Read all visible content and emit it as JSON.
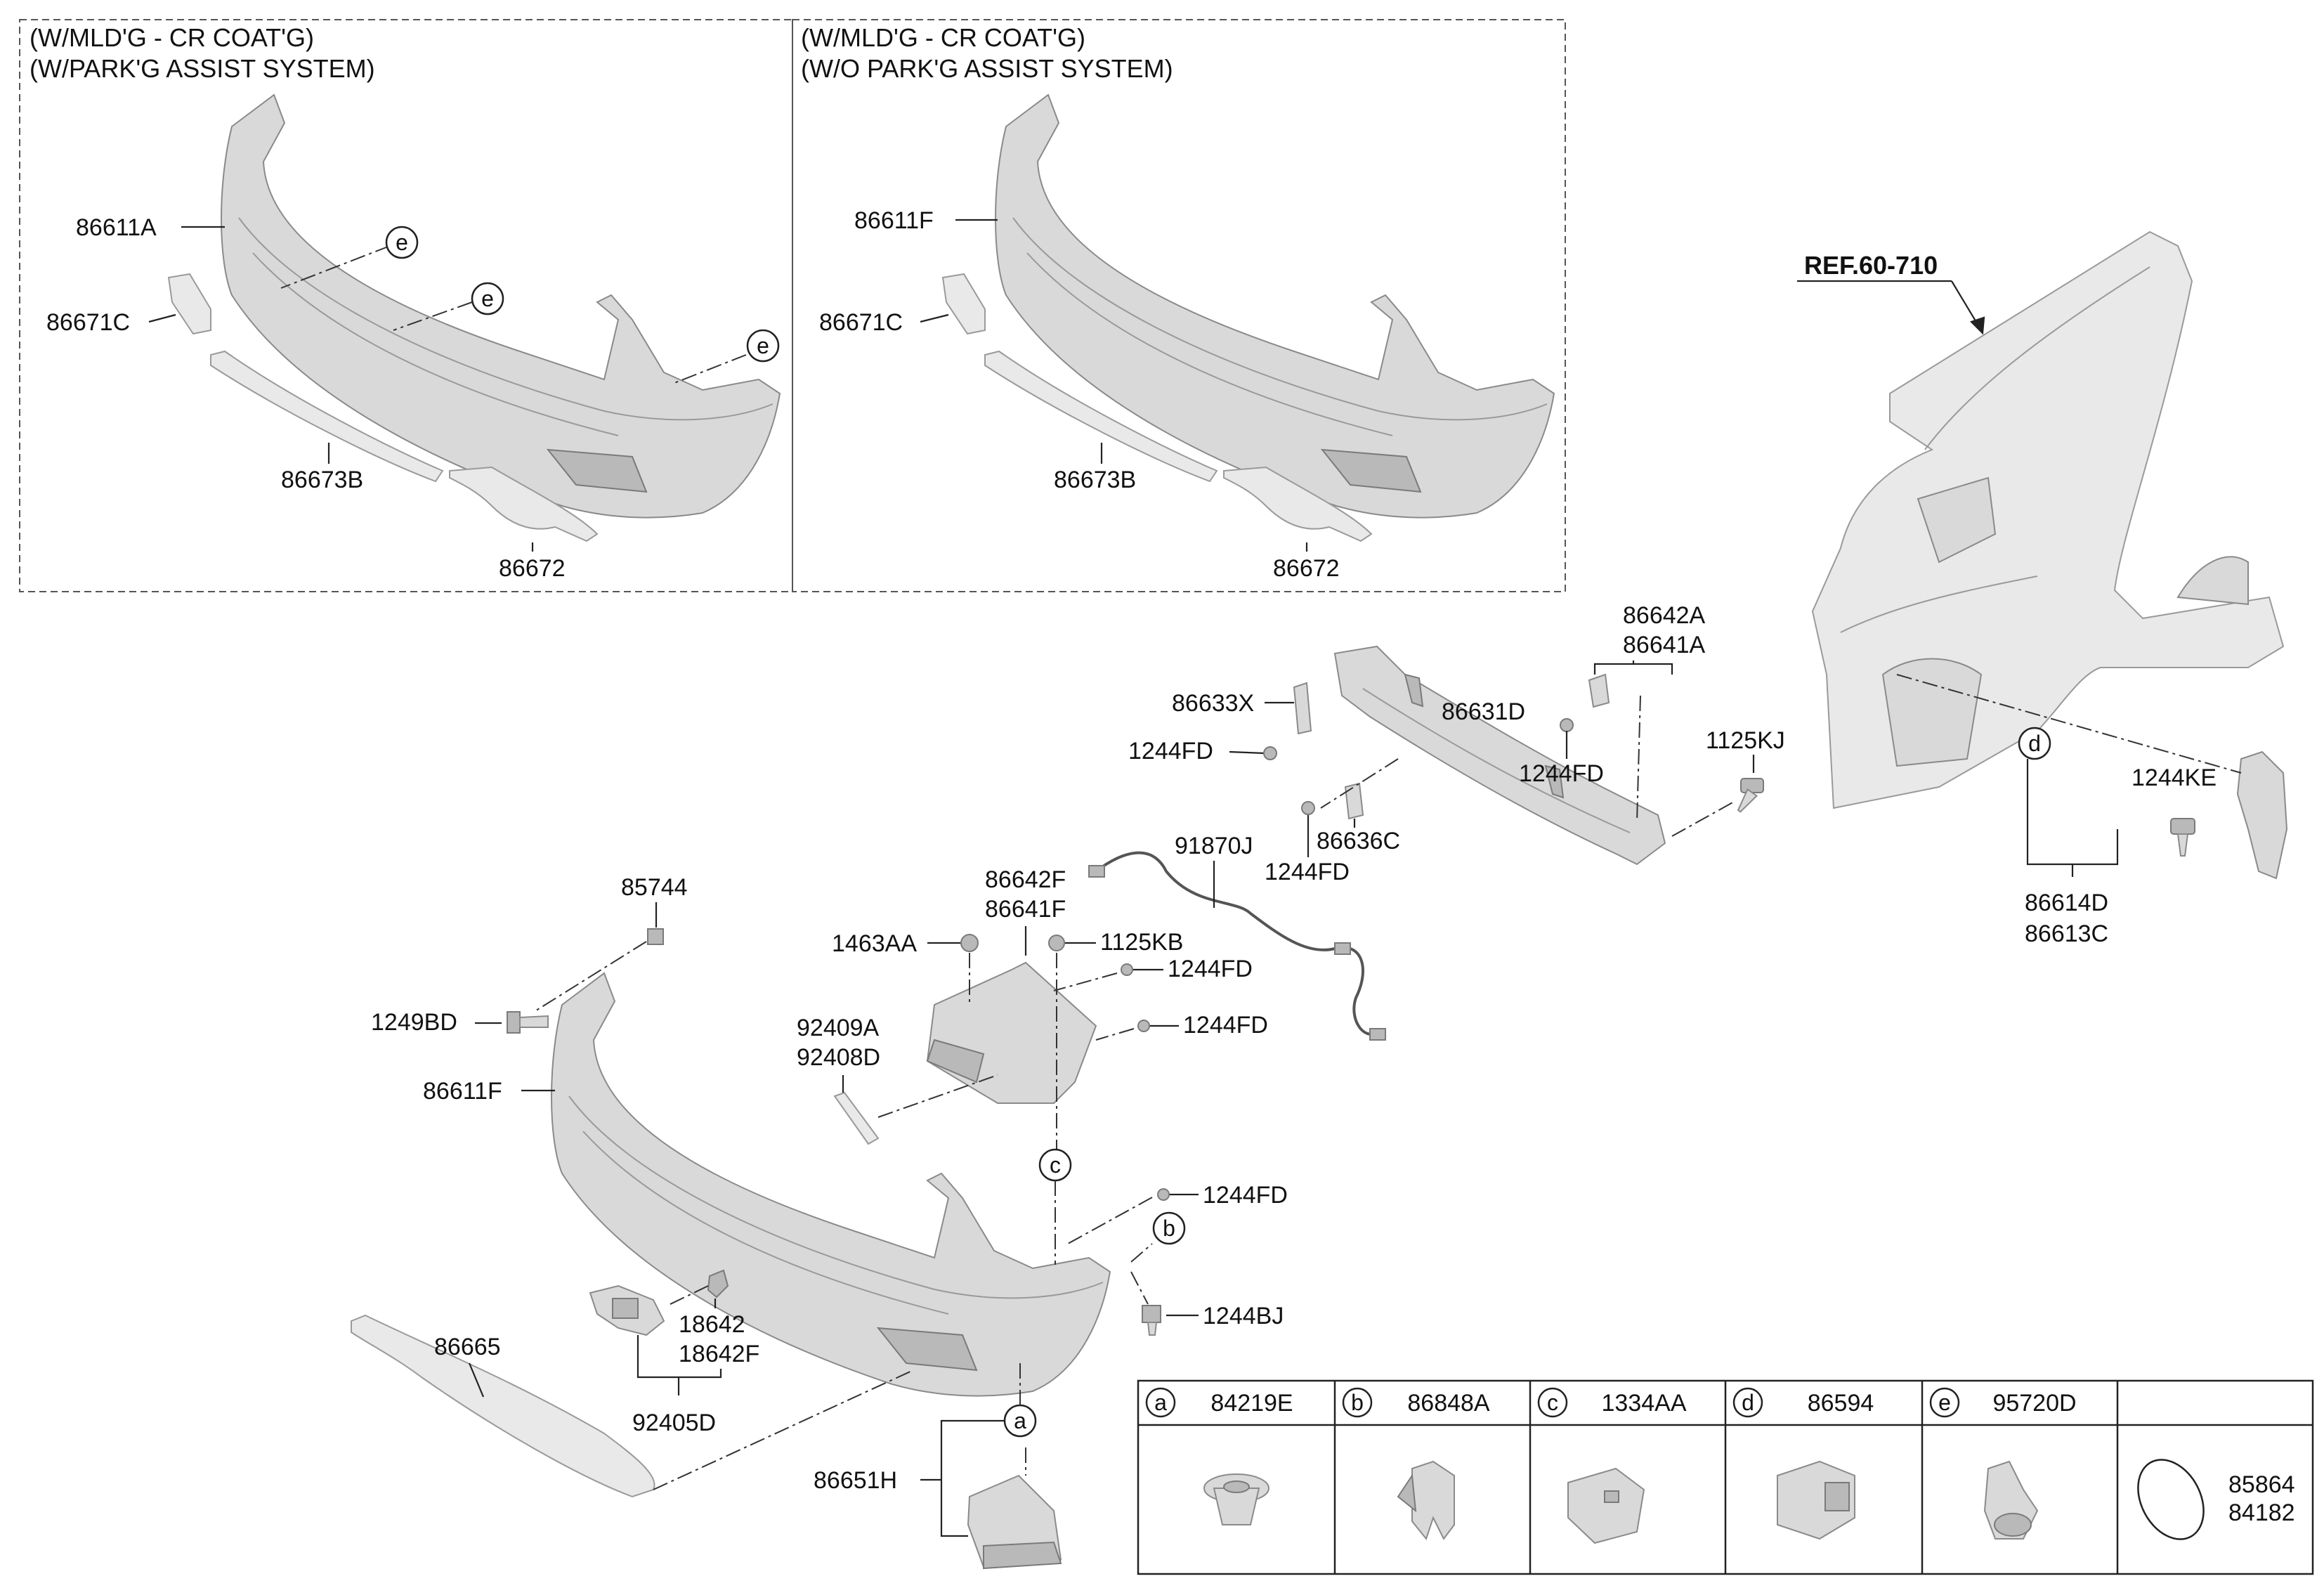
{
  "panels": {
    "left": {
      "line1": "(W/MLD'G - CR COAT'G)",
      "line2": "(W/PARK'G ASSIST SYSTEM)",
      "labels": {
        "bumper": "86611A",
        "reflector": "86671C",
        "strip": "86673B",
        "garnish": "86672"
      },
      "sensor_mark": "e"
    },
    "right": {
      "line1": "(W/MLD'G - CR COAT'G)",
      "line2": "(W/O PARK'G ASSIST SYSTEM)",
      "labels": {
        "bumper": "86611F",
        "reflector": "86671C",
        "strip": "86673B",
        "garnish": "86672"
      }
    }
  },
  "ref": "REF.60-710",
  "labels": {
    "l_86642A": "86642A",
    "l_86641A": "86641A",
    "l_86633X": "86633X",
    "l_86631D": "86631D",
    "l_1244FD_a": "1244FD",
    "l_1244FD_b": "1244FD",
    "l_1244FD_c": "1244FD",
    "l_86636C": "86636C",
    "l_1125KJ": "1125KJ",
    "l_91870J": "91870J",
    "l_86642F": "86642F",
    "l_86641F": "86641F",
    "l_1463AA": "1463AA",
    "l_1125KB": "1125KB",
    "l_1244FD_d": "1244FD",
    "l_1244FD_e": "1244FD",
    "l_1244FD_f": "1244FD",
    "l_85744": "85744",
    "l_1249BD": "1249BD",
    "l_92409A": "92409A",
    "l_92408D": "92408D",
    "l_86611F": "86611F",
    "l_1244BJ": "1244BJ",
    "l_86665": "86665",
    "l_18642": "18642",
    "l_18642F": "18642F",
    "l_92405D": "92405D",
    "l_86651H": "86651H",
    "l_1244KE": "1244KE",
    "l_86614D": "86614D",
    "l_86613C": "86613C"
  },
  "marks": {
    "a": "a",
    "b": "b",
    "c": "c",
    "d": "d",
    "e": "e"
  },
  "table": {
    "cells": [
      {
        "letter": "a",
        "part": "84219E"
      },
      {
        "letter": "b",
        "part": "86848A"
      },
      {
        "letter": "c",
        "part": "1334AA"
      },
      {
        "letter": "d",
        "part": "86594"
      },
      {
        "letter": "e",
        "part": "95720D"
      }
    ],
    "last_part_1": "85864",
    "last_part_2": "84182"
  }
}
